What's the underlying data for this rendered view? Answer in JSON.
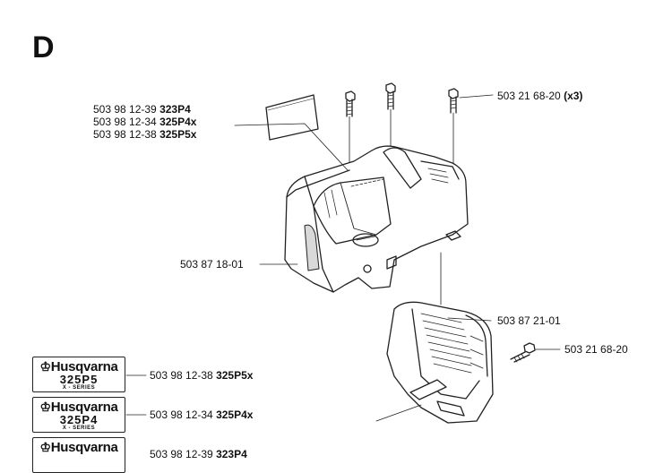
{
  "section": {
    "letter": "D"
  },
  "labels": {
    "decal_parts": [
      {
        "number": "503 98 12-39",
        "model": "323P4"
      },
      {
        "number": "503 98 12-34",
        "model": "325P4x"
      },
      {
        "number": "503 98 12-38",
        "model": "325P5x"
      }
    ],
    "screw_top": {
      "number": "503 21 68-20",
      "qty": "(x3)"
    },
    "cover": {
      "number": "503 87 18-01"
    },
    "lower_cover": {
      "number": "503 87 21-01"
    },
    "screw_side": {
      "number": "503 21 68-20"
    }
  },
  "decals": [
    {
      "brand": "Husqvarna",
      "model": "325P5",
      "series": "X - SERIES",
      "part": "503 98 12-38",
      "part_model": "325P5x"
    },
    {
      "brand": "Husqvarna",
      "model": "325P4",
      "series": "X - SERIES",
      "part": "503 98 12-34",
      "part_model": "325P4x"
    },
    {
      "brand": "Husqvarna",
      "model": "",
      "series": "",
      "part": "503 98 12-39",
      "part_model": "323P4"
    }
  ],
  "icons": {
    "brand_logo": "husqvarna-crown-icon"
  }
}
